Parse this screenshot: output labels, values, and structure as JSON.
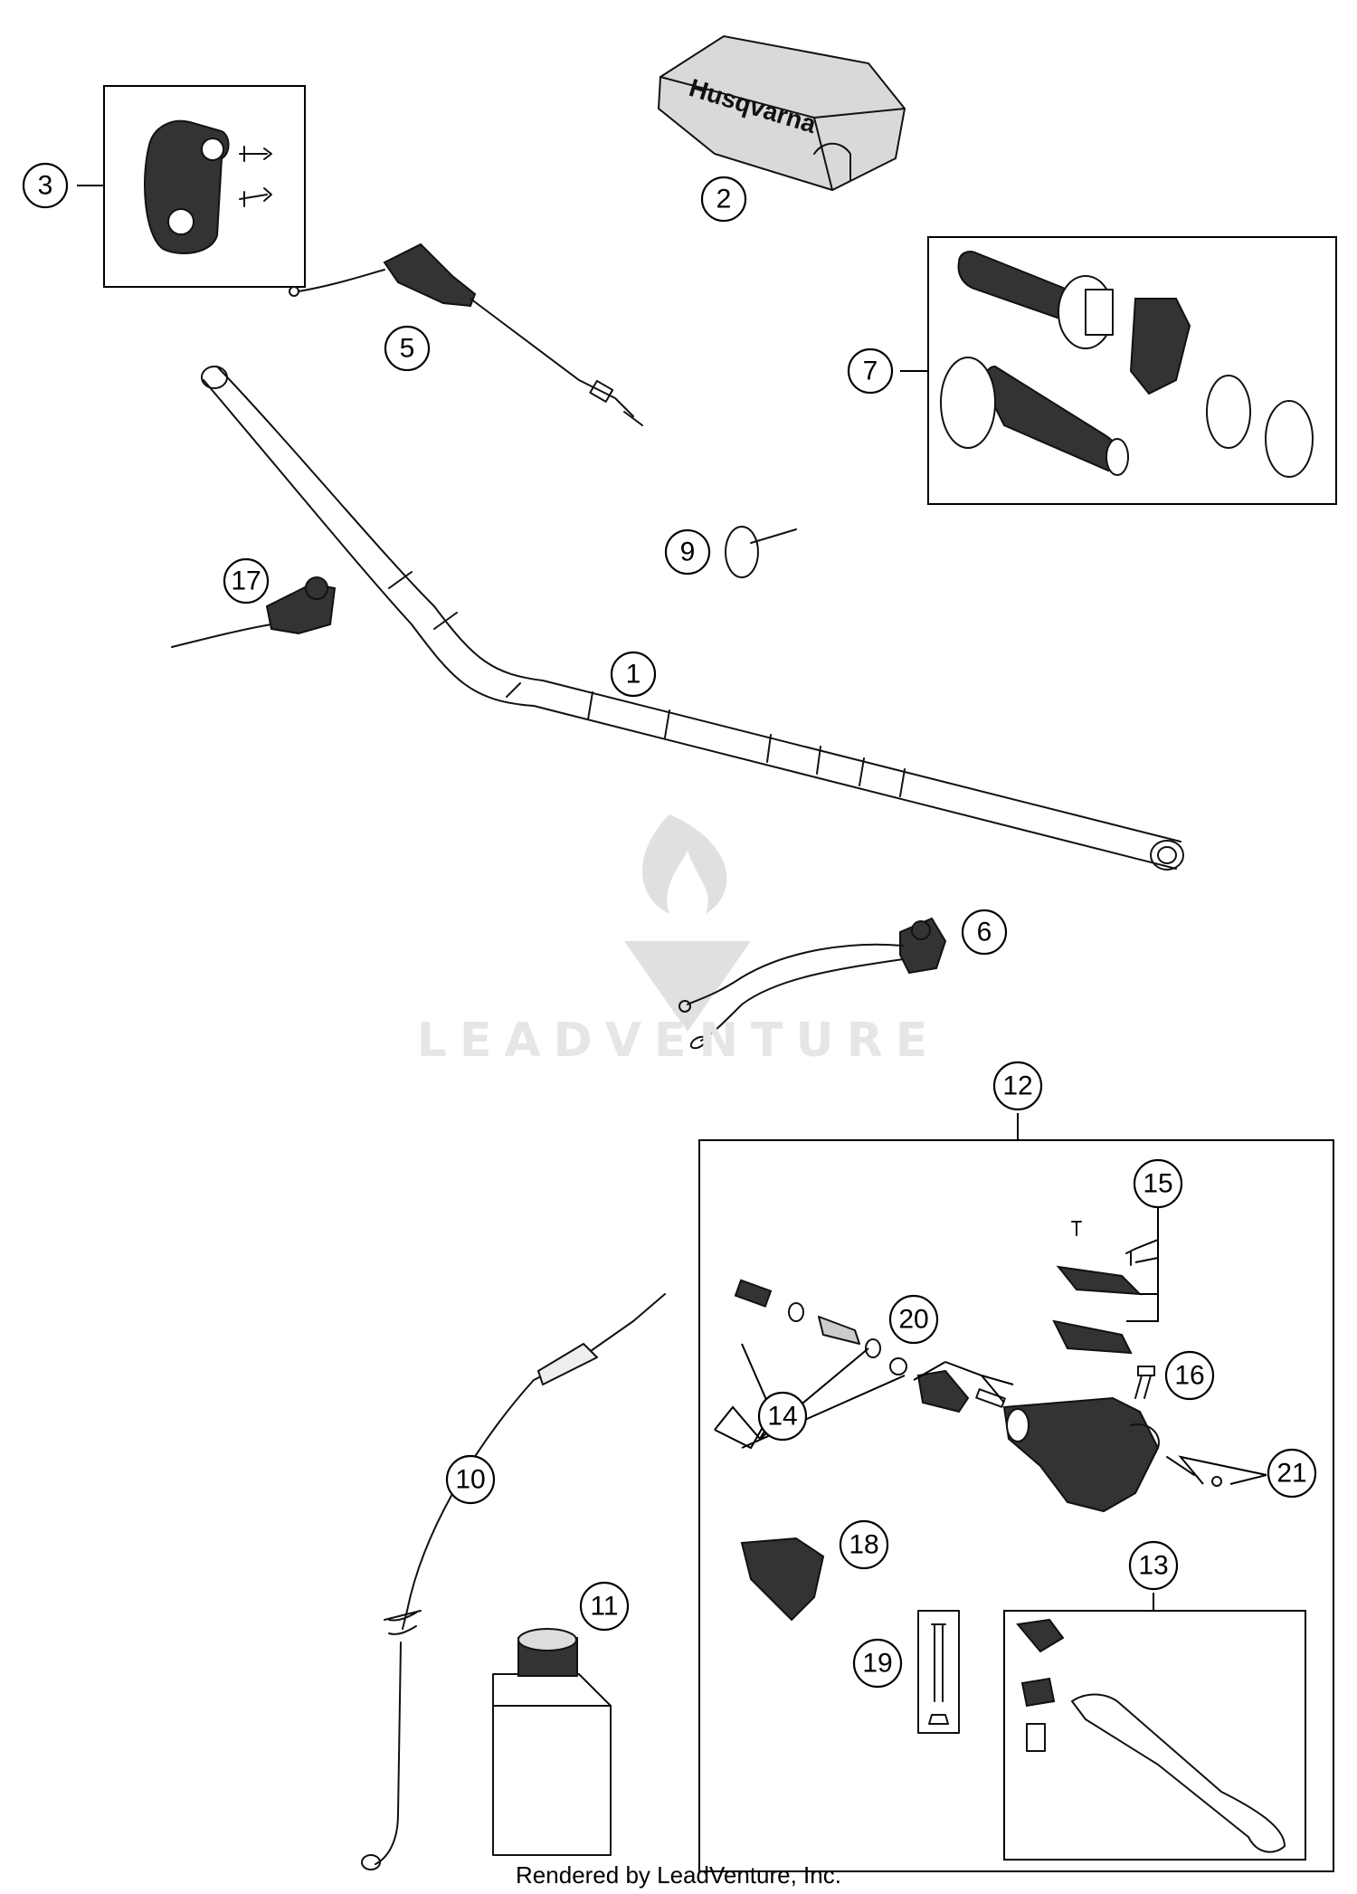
{
  "watermark": {
    "brand": "LEADVENTURE"
  },
  "footer": {
    "credit": "Rendered by LeadVenture, Inc."
  },
  "pad_brand": "Husqvarna",
  "callouts": [
    {
      "id": "1",
      "label": "1"
    },
    {
      "id": "2",
      "label": "2"
    },
    {
      "id": "3",
      "label": "3"
    },
    {
      "id": "5",
      "label": "5"
    },
    {
      "id": "6",
      "label": "6"
    },
    {
      "id": "7",
      "label": "7"
    },
    {
      "id": "9",
      "label": "9"
    },
    {
      "id": "10",
      "label": "10"
    },
    {
      "id": "11",
      "label": "11"
    },
    {
      "id": "12",
      "label": "12"
    },
    {
      "id": "13",
      "label": "13"
    },
    {
      "id": "14",
      "label": "14"
    },
    {
      "id": "15",
      "label": "15"
    },
    {
      "id": "16",
      "label": "16"
    },
    {
      "id": "17",
      "label": "17"
    },
    {
      "id": "18",
      "label": "18"
    },
    {
      "id": "19",
      "label": "19"
    },
    {
      "id": "20",
      "label": "20"
    },
    {
      "id": "21",
      "label": "21"
    }
  ]
}
